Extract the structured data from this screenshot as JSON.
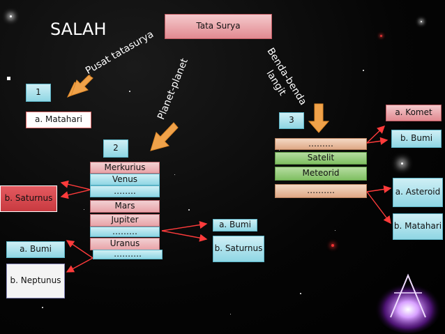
{
  "heading": "SALAH",
  "root": "Tata Surya",
  "branches": {
    "pusat": "Pusat tatasurya",
    "planet": "Planet-planet",
    "benda": [
      "Benda-benda",
      "langit"
    ]
  },
  "group1": {
    "number": "1",
    "answer": "a. Matahari"
  },
  "group2": {
    "number": "2",
    "planets": [
      "Merkurius",
      "Venus",
      "……..",
      "Mars",
      "Jupiter",
      "………",
      "Uranus",
      "………."
    ],
    "left_options": [
      "b. Saturnus",
      "a. Bumi",
      "b. Neptunus"
    ],
    "right_options": [
      "a. Bumi",
      "b. Saturnus"
    ]
  },
  "group3": {
    "number": "3",
    "items": [
      "………",
      "Satelit",
      "Meteorid",
      "………."
    ],
    "top_options": [
      "a. Komet",
      "b. Bumi"
    ],
    "bottom_options": [
      "a. Asteroid",
      "b. Matahari"
    ]
  },
  "colors": {
    "arrow": "#f0a24a",
    "line": "#ff3b3b"
  }
}
